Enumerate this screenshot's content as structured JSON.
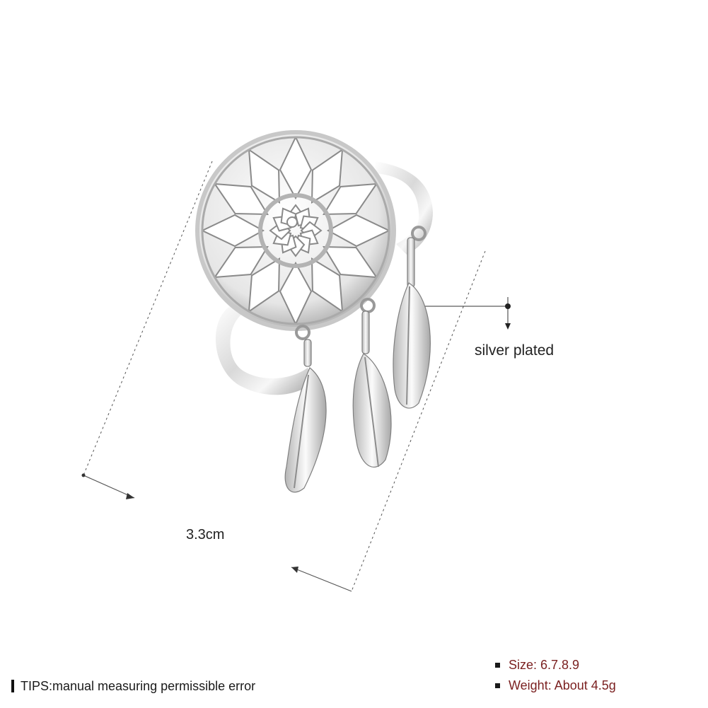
{
  "product": {
    "dimension_label": "3.3cm",
    "material_label": "silver plated"
  },
  "footer": {
    "tip": "TIPS:manual measuring permissible error",
    "size_label": "Size: 6.7.8.9",
    "weight_label": "Weight: About 4.5g"
  },
  "colors": {
    "spec_text": "#7a1f1f",
    "silver_light": "#f4f4f4",
    "silver_dark": "#9a9a9a"
  }
}
